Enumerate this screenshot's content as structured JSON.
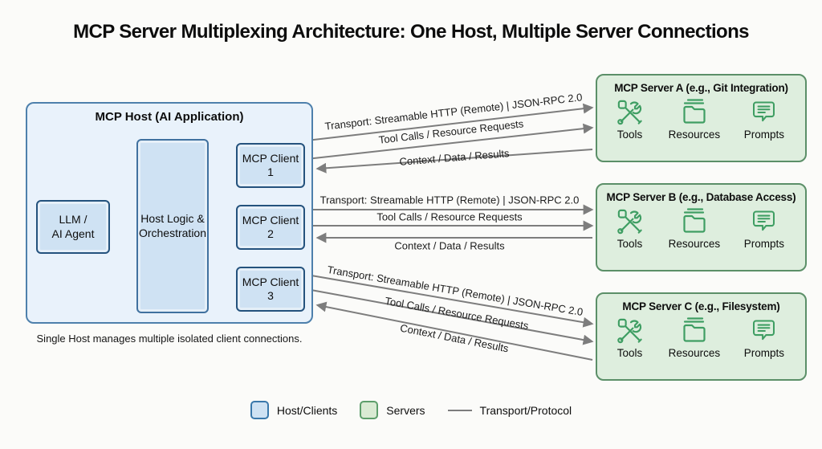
{
  "title": "MCP Server Multiplexing Architecture: One Host, Multiple Server Connections",
  "host": {
    "title": "MCP Host (AI Application)",
    "llm_label": "LLM /\nAI Agent",
    "logic_label": "Host Logic &\nOrchestration",
    "clients": [
      {
        "label": "MCP Client 1"
      },
      {
        "label": "MCP Client 2"
      },
      {
        "label": "MCP Client 3"
      }
    ],
    "caption": "Single Host manages multiple isolated client connections."
  },
  "connections": [
    {
      "transport": "Transport: Streamable HTTP (Remote) | JSON-RPC 2.0",
      "request": "Tool Calls / Resource Requests",
      "response": "Context / Data / Results"
    },
    {
      "transport": "Transport: Streamable HTTP (Remote) | JSON-RPC 2.0",
      "request": "Tool Calls / Resource Requests",
      "response": "Context / Data / Results"
    },
    {
      "transport": "Transport: Streamable HTTP (Remote) | JSON-RPC 2.0",
      "request": "Tool Calls / Resource Requests",
      "response": "Context / Data / Results"
    }
  ],
  "servers": [
    {
      "title": "MCP Server A (e.g., Git Integration)",
      "capabilities": [
        {
          "label": "Tools",
          "icon": "tools-icon"
        },
        {
          "label": "Resources",
          "icon": "folder-icon"
        },
        {
          "label": "Prompts",
          "icon": "chat-bubble-icon"
        }
      ]
    },
    {
      "title": "MCP Server B (e.g., Database Access)",
      "capabilities": [
        {
          "label": "Tools",
          "icon": "tools-icon"
        },
        {
          "label": "Resources",
          "icon": "folder-icon"
        },
        {
          "label": "Prompts",
          "icon": "chat-bubble-icon"
        }
      ]
    },
    {
      "title": "MCP Server C (e.g., Filesystem)",
      "capabilities": [
        {
          "label": "Tools",
          "icon": "tools-icon"
        },
        {
          "label": "Resources",
          "icon": "folder-icon"
        },
        {
          "label": "Prompts",
          "icon": "chat-bubble-icon"
        }
      ]
    }
  ],
  "legend": {
    "host_clients": "Host/Clients",
    "servers": "Servers",
    "transport": "Transport/Protocol"
  },
  "colors": {
    "host_fill": "#e9f2fb",
    "host_border": "#4e80ac",
    "inner_blue_fill": "#cfe2f3",
    "inner_blue_border": "#24527d",
    "server_fill": "#deeede",
    "server_border": "#5b8f68",
    "icon_green": "#3f9e63",
    "connector_gray": "#7d7d7d"
  }
}
